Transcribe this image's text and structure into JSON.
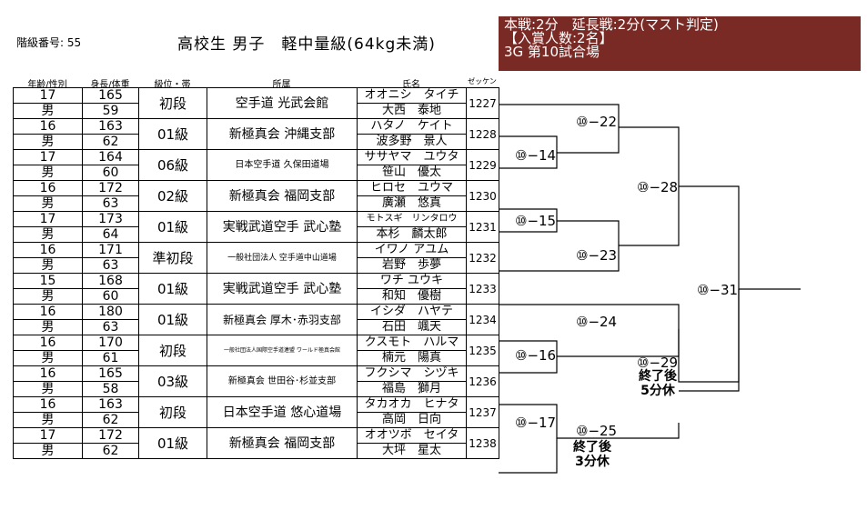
{
  "class_number": "階級番号: 55",
  "title": "高校生 男子　軽中量級(64kg未満)",
  "info": {
    "line1": "本戦:2分　延長戦:2分(マスト判定)",
    "line2": "【入賞人数:2名】",
    "line3": "3G 第10試合場"
  },
  "headers": {
    "age_gender": "年齢/性別",
    "height_weight": "身長/体重",
    "grade": "級位・帯",
    "dojo": "所属",
    "name": "氏名",
    "bib": "ゼッケン"
  },
  "entries": [
    {
      "age": "17",
      "gender": "男",
      "height": "165",
      "weight": "59",
      "grade": "初段",
      "dojo": "空手道 光武会館",
      "kana": "オオニシ　タイチ",
      "kanji": "大西　泰地",
      "no": "1227"
    },
    {
      "age": "16",
      "gender": "男",
      "height": "163",
      "weight": "62",
      "grade": "01級",
      "dojo": "新極真会 沖縄支部",
      "kana": "ハタノ　ケイト",
      "kanji": "波多野　景人",
      "no": "1228"
    },
    {
      "age": "17",
      "gender": "男",
      "height": "164",
      "weight": "60",
      "grade": "06級",
      "dojo": "日本空手道 久保田道場",
      "kana": "ササヤマ　ユウタ",
      "kanji": "笹山　優太",
      "no": "1229"
    },
    {
      "age": "16",
      "gender": "男",
      "height": "172",
      "weight": "63",
      "grade": "02級",
      "dojo": "新極真会 福岡支部",
      "kana": "ヒロセ　ユウマ",
      "kanji": "廣瀬　悠真",
      "no": "1230"
    },
    {
      "age": "17",
      "gender": "男",
      "height": "173",
      "weight": "64",
      "grade": "01級",
      "dojo": "実戦武道空手 武心塾",
      "kana": "モトスギ　リンタロウ",
      "kanji": "本杉　麟太郎",
      "no": "1231"
    },
    {
      "age": "16",
      "gender": "男",
      "height": "171",
      "weight": "63",
      "grade": "準初段",
      "dojo": "一般社団法人 空手道中山道場",
      "kana": "イワノ アユム",
      "kanji": "岩野　歩夢",
      "no": "1232"
    },
    {
      "age": "15",
      "gender": "男",
      "height": "168",
      "weight": "60",
      "grade": "01級",
      "dojo": "実戦武道空手 武心塾",
      "kana": "ワチ ユウキ",
      "kanji": "和知　優樹",
      "no": "1233"
    },
    {
      "age": "16",
      "gender": "男",
      "height": "180",
      "weight": "63",
      "grade": "01級",
      "dojo": "新極真会 厚木･赤羽支部",
      "kana": "イシダ　ハヤテ",
      "kanji": "石田　颯天",
      "no": "1234"
    },
    {
      "age": "16",
      "gender": "男",
      "height": "170",
      "weight": "61",
      "grade": "初段",
      "dojo": "一般社団法人国際空手道連盟 ワールド極真会館",
      "kana": "クスモト　ハルマ",
      "kanji": "楠元　陽真",
      "no": "1235"
    },
    {
      "age": "16",
      "gender": "男",
      "height": "165",
      "weight": "58",
      "grade": "03級",
      "dojo": "新極真会 世田谷･杉並支部",
      "kana": "フクシマ　シヅキ",
      "kanji": "福島　獅月",
      "no": "1236"
    },
    {
      "age": "16",
      "gender": "男",
      "height": "163",
      "weight": "62",
      "grade": "初段",
      "dojo": "日本空手道 悠心道場",
      "kana": "タカオカ　ヒナタ",
      "kanji": "高岡　日向",
      "no": "1237"
    },
    {
      "age": "17",
      "gender": "男",
      "height": "172",
      "weight": "62",
      "grade": "01級",
      "dojo": "新極真会 福岡支部",
      "kana": "オオツボ　セイタ",
      "kanji": "大坪　星太",
      "no": "1238"
    }
  ],
  "matches": {
    "m14": "⑩−14",
    "m15": "⑩−15",
    "m16": "⑩−16",
    "m17": "⑩−17",
    "m22": "⑩−22",
    "m23": "⑩−23",
    "m24": "⑩−24",
    "m25": "⑩−25",
    "m28": "⑩−28",
    "m29": "⑩−29",
    "m31": "⑩−31"
  },
  "notes": {
    "m29_line1": "終了後",
    "m29_line2": "5分休",
    "m25_line1": "終了後",
    "m25_line2": "3分休"
  }
}
